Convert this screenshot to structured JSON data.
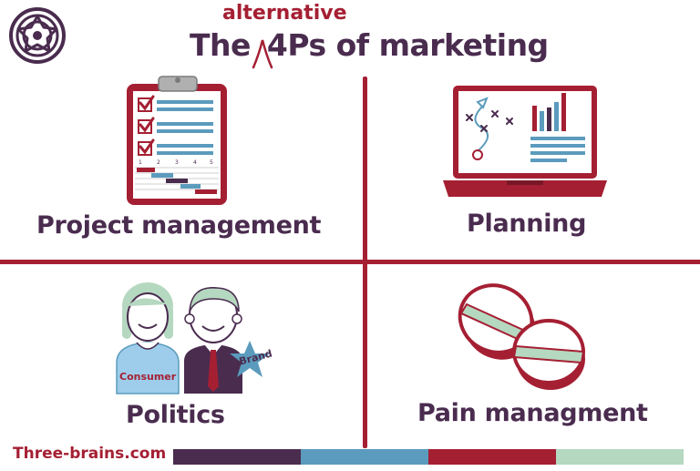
{
  "title": {
    "main_prefix": "The",
    "inserted_word": "alternative",
    "main_suffix": "4Ps of marketing"
  },
  "quadrants": [
    {
      "label": "Project management",
      "icon": "clipboard-gantt-icon"
    },
    {
      "label": "Planning",
      "icon": "laptop-strategy-icon"
    },
    {
      "label": "Politics",
      "icon": "consumer-brand-people-icon",
      "tags": {
        "consumer": "Consumer",
        "brand": "Brand"
      }
    },
    {
      "label": "Pain managment",
      "icon": "pills-icon"
    }
  ],
  "gantt_numbers": [
    "1",
    "2",
    "3",
    "4",
    "5"
  ],
  "footer": {
    "site": "Three-brains.com"
  },
  "colors": {
    "purple": "#4a2c4f",
    "blue": "#5b9bbd",
    "red": "#a51f33",
    "green": "#b5d8c0"
  }
}
